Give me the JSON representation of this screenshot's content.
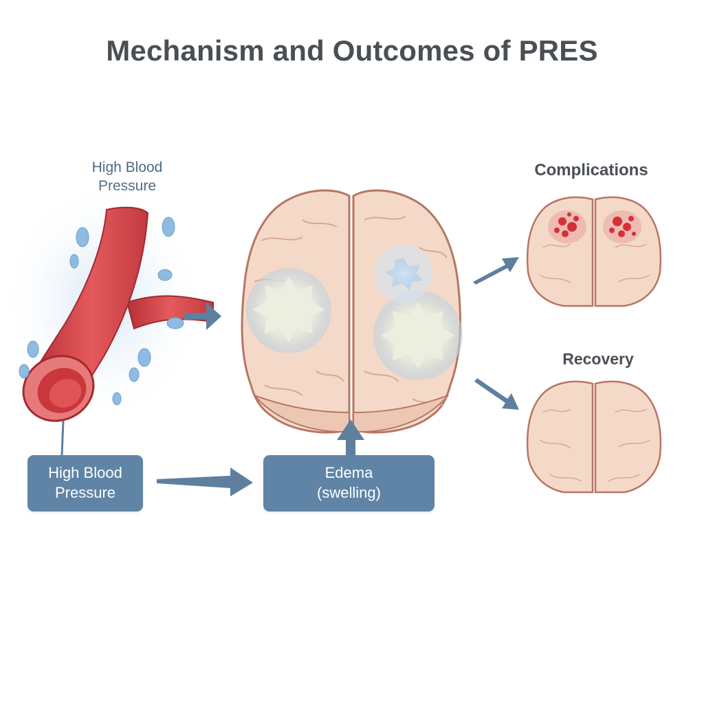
{
  "title": "Mechanism and Outcomes of PRES",
  "labels": {
    "vessel_label_line1": "High Blood",
    "vessel_label_line2": "Pressure",
    "complications": "Complications",
    "recovery": "Recovery"
  },
  "boxes": {
    "high_bp_line1": "High Blood",
    "high_bp_line2": "Pressure",
    "edema_line1": "Edema",
    "edema_line2": "(swelling)"
  },
  "colors": {
    "box_fill": "#5f84a5",
    "arrow": "#5f7f9e",
    "vessel": "#d9474c",
    "brain": "#f4d9c8",
    "brain_outline": "#b77563",
    "edema": "#e9ecdf",
    "lesion": "#d62f36"
  }
}
